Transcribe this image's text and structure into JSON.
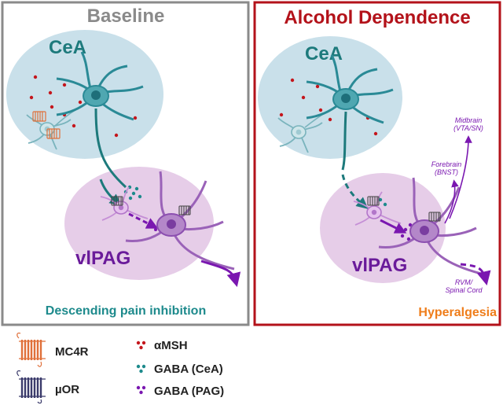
{
  "panels": {
    "baseline": {
      "title": "Baseline",
      "region_cea": "CeA",
      "region_vlpag": "vlPAG",
      "footer": "Descending pain inhibition"
    },
    "dependence": {
      "title": "Alcohol Dependence",
      "region_cea": "CeA",
      "region_vlpag": "vlPAG",
      "footer": "Hyperalgesia",
      "projections": {
        "midbrain_1": "Midbrain",
        "midbrain_2": "(VTA/SN)",
        "forebrain_1": "Forebrain",
        "forebrain_2": "(BNST)",
        "rvm_1": "RVM/",
        "rvm_2": "Spinal Cord"
      }
    }
  },
  "legend": {
    "mc4r": "MC4R",
    "mor": "µOR",
    "amsh": "αMSH",
    "gaba_cea": "GABA (CeA)",
    "gaba_pag": "GABA (PAG)"
  },
  "colors": {
    "baseline_border": "#8a8a8a",
    "dependence_border": "#b3121a",
    "cea_fill": "#c9e0ea",
    "vlpag_fill": "#e6cde8",
    "teal": "#1d8a8c",
    "purple": "#7a17b0",
    "red_dot": "#c4161c",
    "orange": "#ef7d1a"
  }
}
